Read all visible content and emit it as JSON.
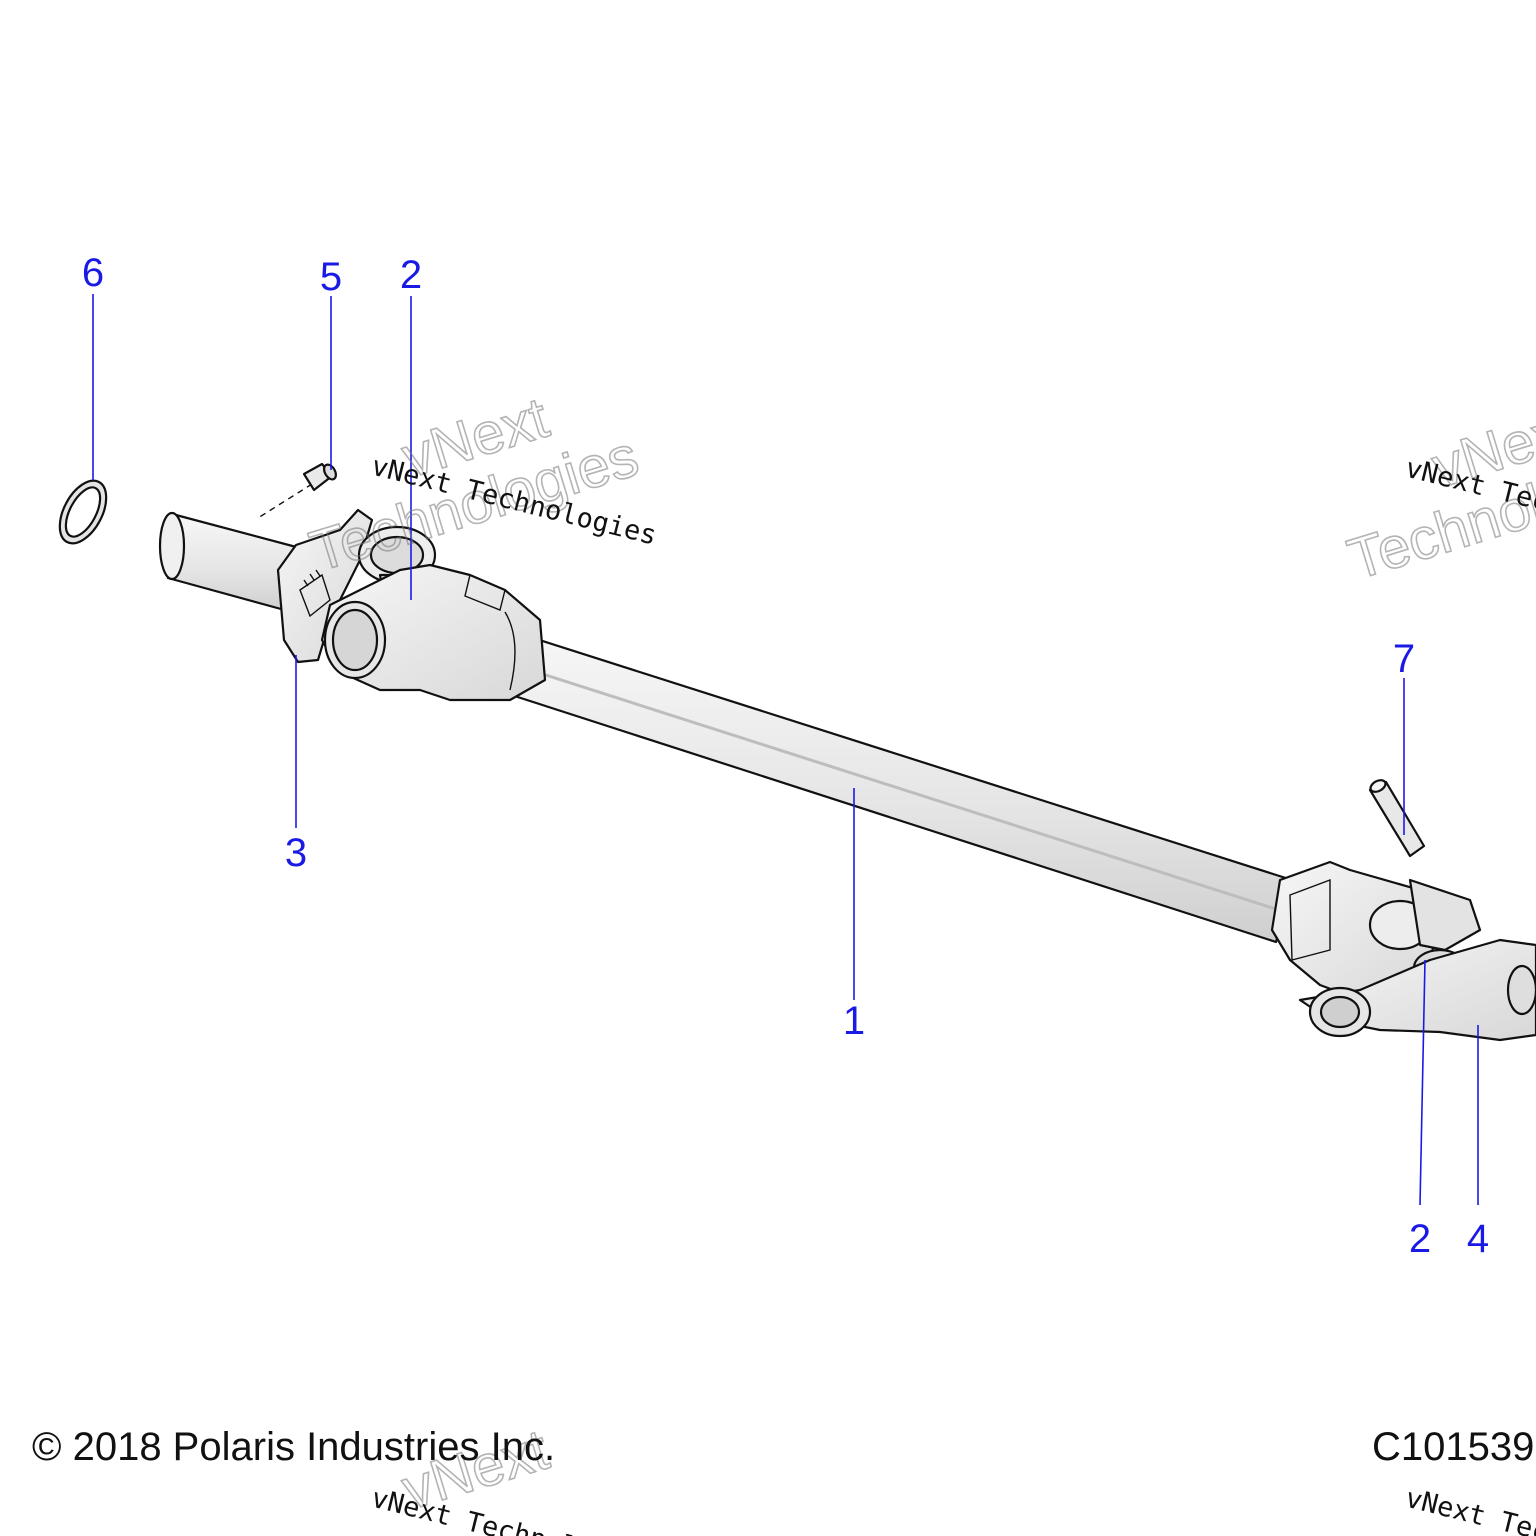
{
  "callouts": {
    "shaft": "1",
    "cross_kit_left": "2",
    "yoke_left": "3",
    "yoke_right": "4",
    "grease_fitting": "5",
    "o_ring": "6",
    "roll_pin": "7",
    "cross_kit_right": "2"
  },
  "footer": {
    "copyright": "© 2018 Polaris Industries Inc.",
    "diagram_code": "C101539"
  },
  "watermark": {
    "brand": "vNext",
    "word": "Technologies",
    "full": "vNext Technologies"
  },
  "colors": {
    "callout": "#1a1ae6",
    "part_fill": "#eeeeee",
    "outline": "#111111"
  }
}
